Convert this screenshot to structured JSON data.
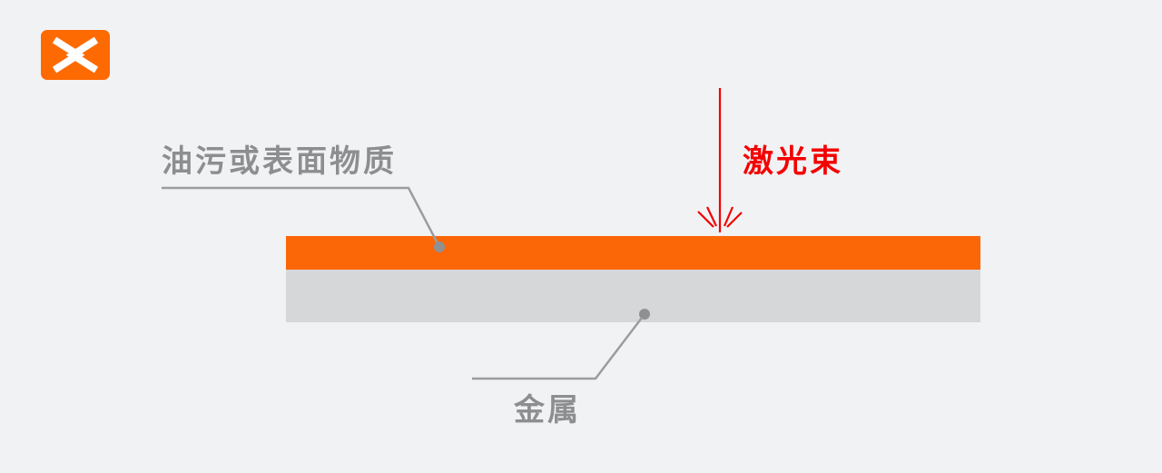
{
  "page": {
    "background_color": "#f1f2f4"
  },
  "logo": {
    "name": "brand-logo-double-chevron",
    "background_color": "#fd6a02",
    "glyph_color": "#ffffff"
  },
  "diagram": {
    "labels": {
      "surface_layer": "油污或表面物质",
      "laser_beam": "激光束",
      "metal": "金属"
    },
    "colors": {
      "contamination_layer": "#fb6607",
      "metal_layer": "#d5d7d8",
      "laser_red": "#f40000",
      "label_gray": "#8d8e90",
      "leader_line": "#9b9c9e",
      "dot": "#8f9092"
    }
  }
}
